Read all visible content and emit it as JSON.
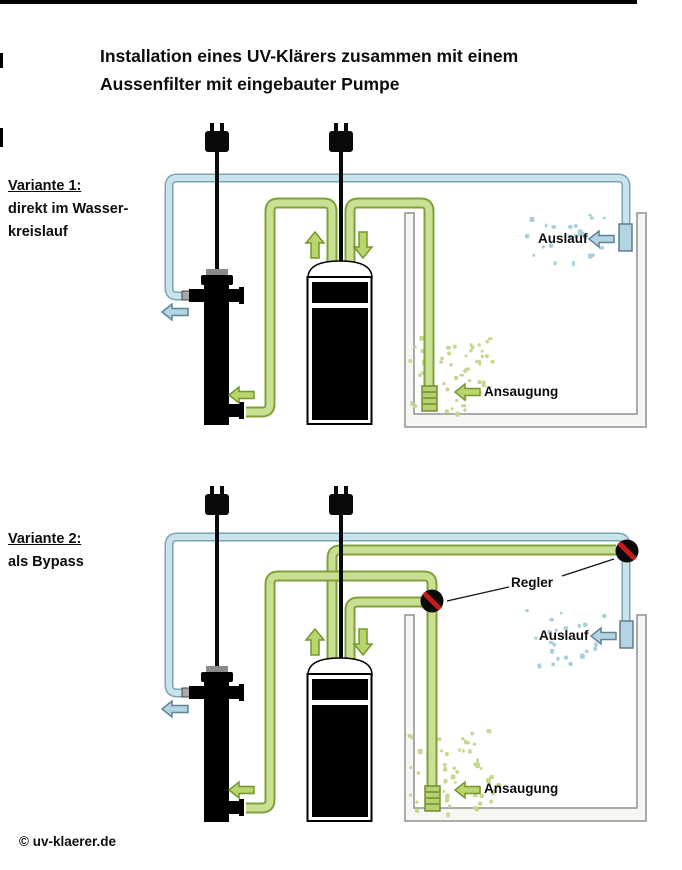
{
  "title": {
    "line1": "Installation eines UV-Klärers zusammen mit einem",
    "line2": "Aussenfilter mit eingebauter Pumpe"
  },
  "variant1": {
    "heading": "Variante 1:",
    "desc1": "direkt im Wasser-",
    "desc2": "kreislauf"
  },
  "variant2": {
    "heading": "Variante 2:",
    "desc1": "als Bypass"
  },
  "labels": {
    "auslauf": "Auslauf",
    "ansaugung": "Ansaugung",
    "regler": "Regler"
  },
  "footer": {
    "copyright": "© uv-klaerer.de"
  },
  "colors": {
    "tube_green": "#c9e094",
    "tube_green_border": "#7fa03a",
    "tube_blue": "#c9e3ed",
    "tube_blue_border": "#7aa5b2",
    "arrow_green": "#b8d56e",
    "arrow_green_border": "#76962d",
    "arrow_blue": "#b3d5e3",
    "arrow_blue_border": "#5e8496",
    "valve_red": "#c41c1c",
    "speckle_green": "#c3da8e",
    "speckle_blue": "#a9cfdc",
    "tank_border": "#909090"
  }
}
